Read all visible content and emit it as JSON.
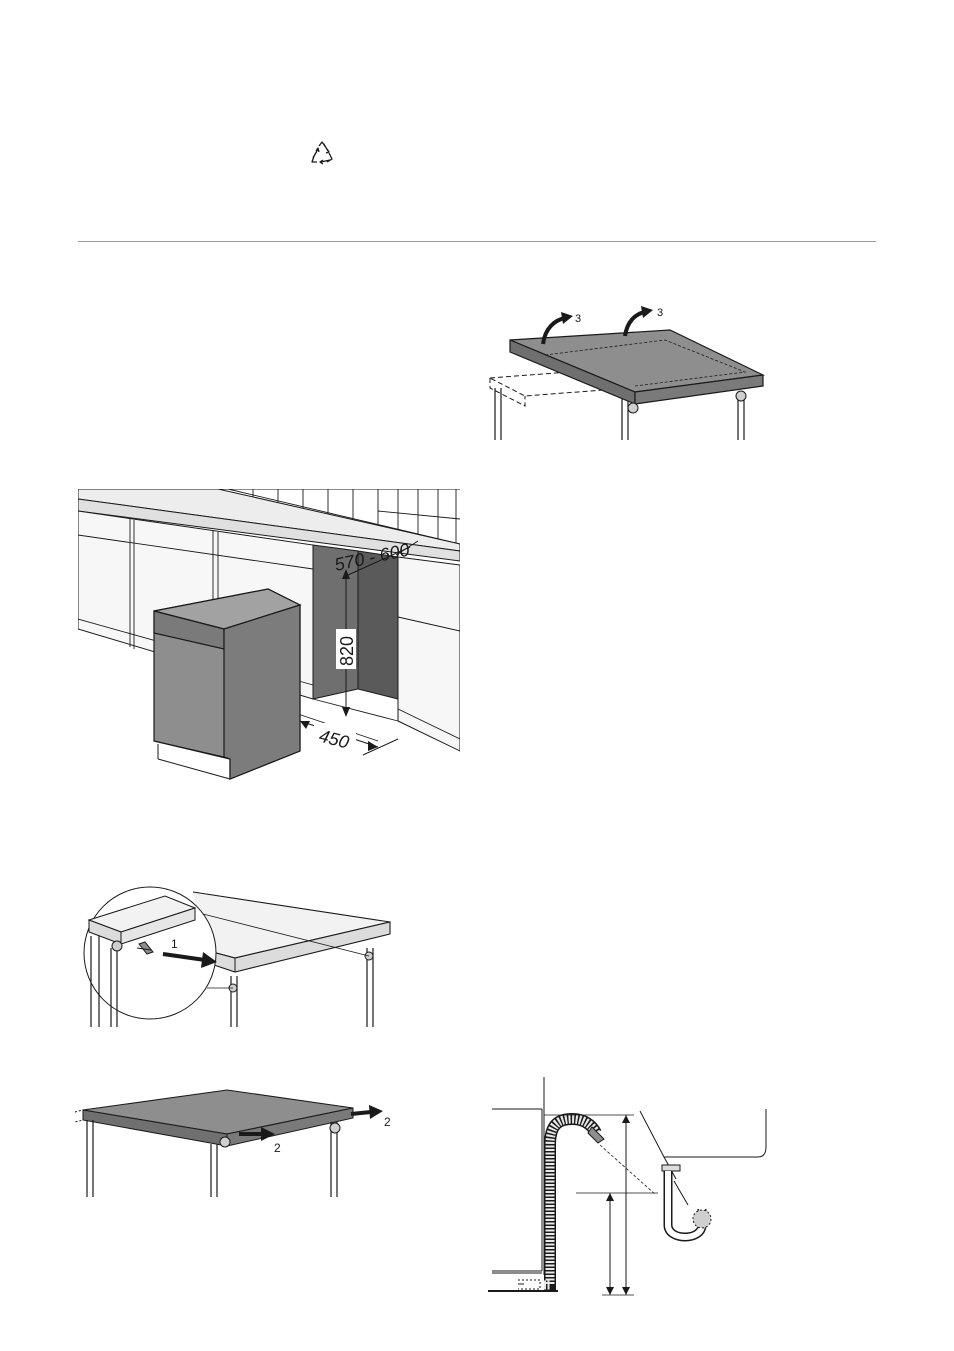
{
  "icons": {
    "recycle": "recycle-icon"
  },
  "figures": {
    "worktop_removal": {
      "arrow_label_1": "3",
      "arrow_label_2": "3"
    },
    "niche": {
      "depth_label": "570 - 600",
      "height_label": "820",
      "width_label": "450"
    },
    "screw": {
      "step_label": "1"
    },
    "slide_off": {
      "step_label_1": "2",
      "step_label_2": "2"
    }
  },
  "colors": {
    "panel_fill": "#8e8e8e",
    "line": "#1a1a1a",
    "light_fill": "#f2f2f2"
  }
}
